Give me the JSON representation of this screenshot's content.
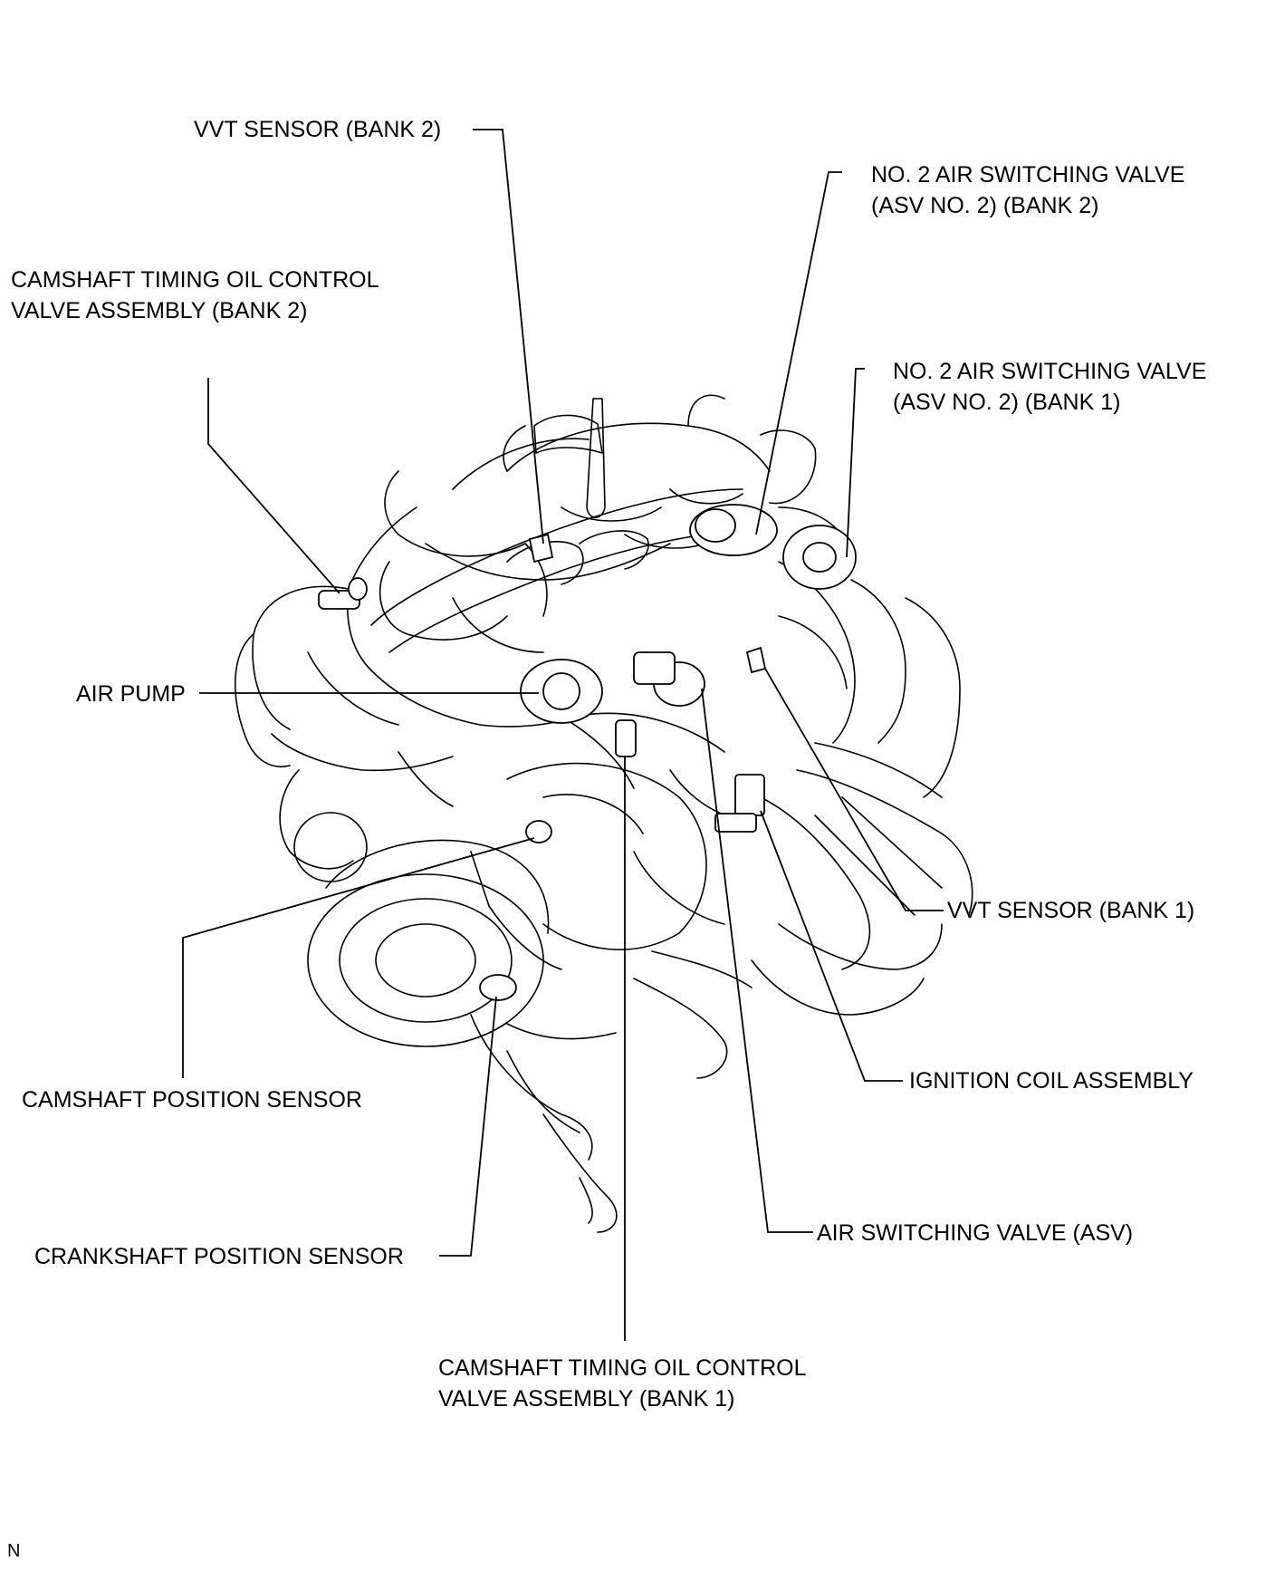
{
  "labels": {
    "vvt_sensor_bank2": "VVT SENSOR (BANK 2)",
    "no2_asv_bank2_line1": "NO. 2  AIR SWITCHING VALVE",
    "no2_asv_bank2_line2": "(ASV NO. 2) (BANK 2)",
    "camshaft_ocv_bank2_line1": "CAMSHAFT TIMING OIL CONTROL",
    "camshaft_ocv_bank2_line2": "VALVE ASSEMBLY  (BANK 2)",
    "no2_asv_bank1_line1": "NO. 2  AIR SWITCHING VALVE",
    "no2_asv_bank1_line2": "(ASV NO. 2) (BANK 1)",
    "air_pump": "AIR PUMP",
    "vvt_sensor_bank1": "VVT SENSOR (BANK 1)",
    "ignition_coil_assembly": "IGNITION COIL ASSEMBLY",
    "camshaft_position_sensor": "CAMSHAFT POSITION SENSOR",
    "air_switching_valve": "AIR SWITCHING VALVE (ASV)",
    "crankshaft_position_sensor": "CRANKSHAFT POSITION SENSOR",
    "camshaft_ocv_bank1_line1": "CAMSHAFT TIMING OIL CONTROL",
    "camshaft_ocv_bank1_line2": "VALVE ASSEMBLY  (BANK 1)",
    "corner_mark": "N"
  }
}
